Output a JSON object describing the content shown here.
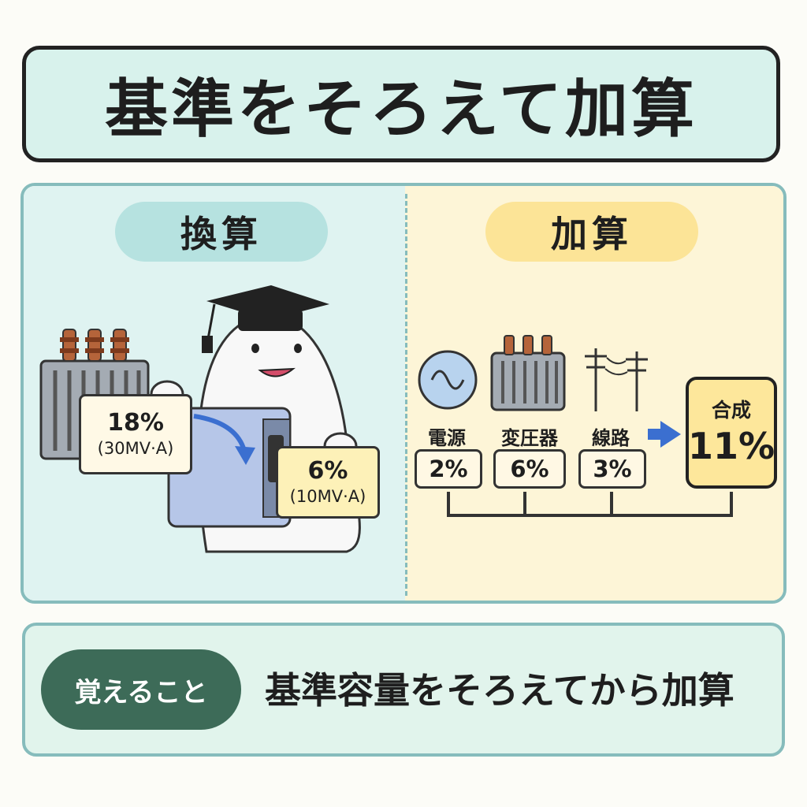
{
  "title": "基準をそろえて加算",
  "convert": {
    "label": "換算",
    "before": {
      "percent": "18%",
      "capacity": "(30MV·A)"
    },
    "after": {
      "percent": "6%",
      "capacity": "(10MV·A)"
    }
  },
  "add": {
    "label": "加算",
    "components": [
      {
        "name": "電源",
        "value": "2%",
        "icon": "power-source-icon"
      },
      {
        "name": "変圧器",
        "value": "6%",
        "icon": "transformer-icon"
      },
      {
        "name": "線路",
        "value": "3%",
        "icon": "power-line-icon"
      }
    ],
    "result": {
      "label": "合成",
      "value": "11%"
    }
  },
  "memo": {
    "label": "覚えること",
    "text": "基準容量をそろえてから加算"
  },
  "colors": {
    "title_bg": "#d8f2ec",
    "left_bg": "#dff3f1",
    "right_bg": "#fdf5d7",
    "convert_pill": "#b6e2e0",
    "add_pill": "#fce497",
    "memo_pill": "#3d6b58",
    "arrow": "#3b6fd0",
    "border": "#86bcbc"
  }
}
